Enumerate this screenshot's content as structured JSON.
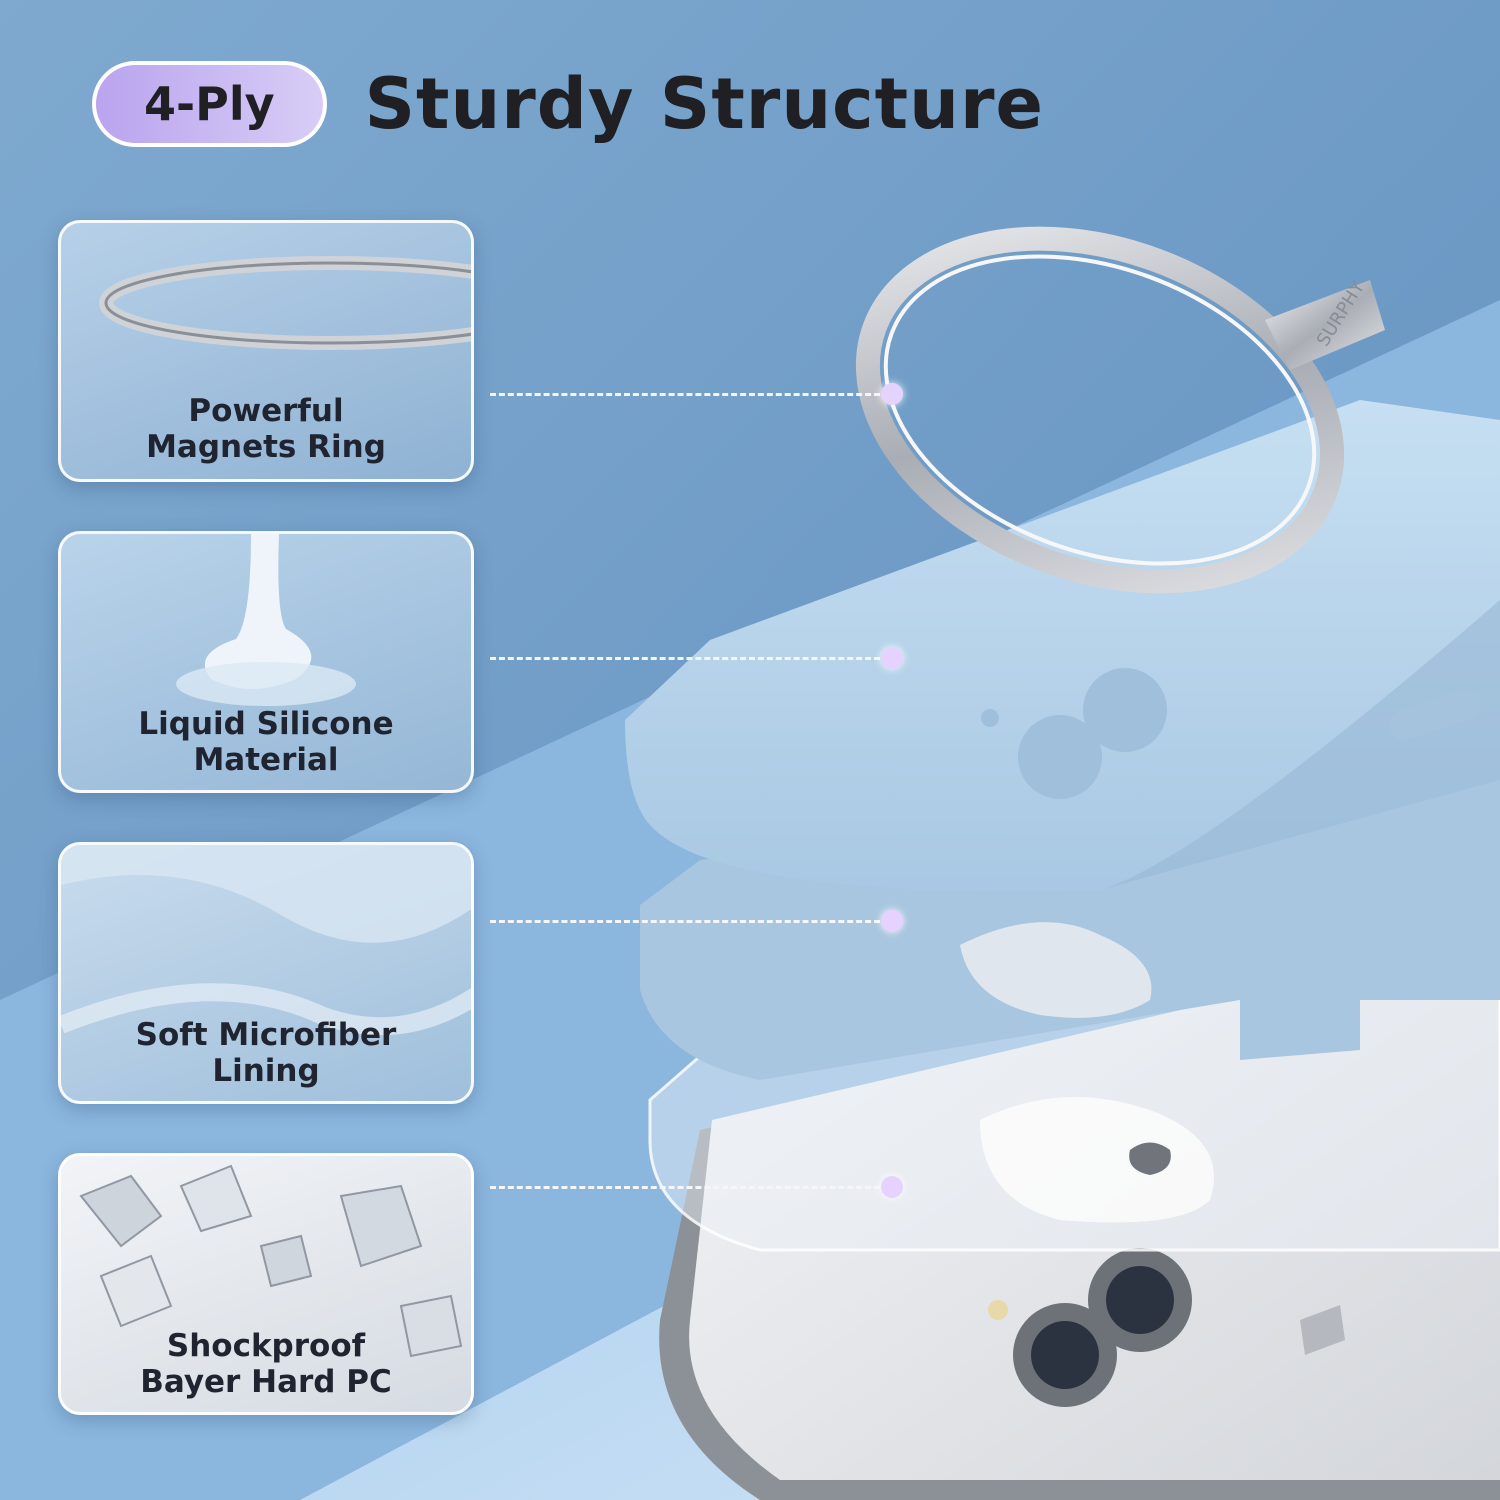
{
  "header": {
    "badge": "4-Ply",
    "title": "Sturdy Structure"
  },
  "layers": [
    {
      "line1": "Powerful",
      "line2": "Magnets Ring",
      "icon": "magnet-ring-icon"
    },
    {
      "line1": "Liquid Silicone",
      "line2": "Material",
      "icon": "liquid-drop-icon"
    },
    {
      "line1": "Soft Microfiber",
      "line2": "Lining",
      "icon": "microfiber-icon"
    },
    {
      "line1": "Shockproof",
      "line2": "Bayer Hard PC",
      "icon": "crystal-icon"
    }
  ],
  "product": {
    "ring_brand": "SURPHY"
  },
  "colors": {
    "background": "#6f9fc9",
    "silicone": "#bcd7ee",
    "badge": "#c7b5f0",
    "dot": "#e6d2ff"
  }
}
